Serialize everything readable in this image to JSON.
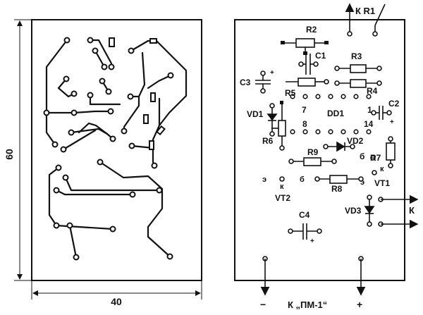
{
  "dimensions": {
    "height": "60",
    "width": "40"
  },
  "components": {
    "R1": "К R1",
    "R2": "R2",
    "R3": "R3",
    "R4": "R4",
    "R5": "R5",
    "R6": "R6",
    "R7": "R7",
    "R8": "R8",
    "R9": "R9",
    "C1": "C1",
    "C2": "C2",
    "C3": "C3",
    "C4": "C4",
    "VD1": "VD1",
    "VD2": "VD2",
    "VD3": "VD3",
    "DD1": "DD1",
    "VT1": "VT1",
    "VT2": "VT2"
  },
  "pins": {
    "p7": "7",
    "p8": "8",
    "p1": "1",
    "p14": "14",
    "vt1_b": "б",
    "vt1_k": "к",
    "vt1_e": "э",
    "vt2_e": "э",
    "vt2_k": "к",
    "vt2_b": "б"
  },
  "signs": {
    "c2_plus": "+",
    "c3_plus": "+",
    "c4_plus": "+"
  },
  "connectors": {
    "k_right": "К",
    "pm1": "К „ПМ-1“",
    "minus": "−",
    "plus": "+"
  }
}
